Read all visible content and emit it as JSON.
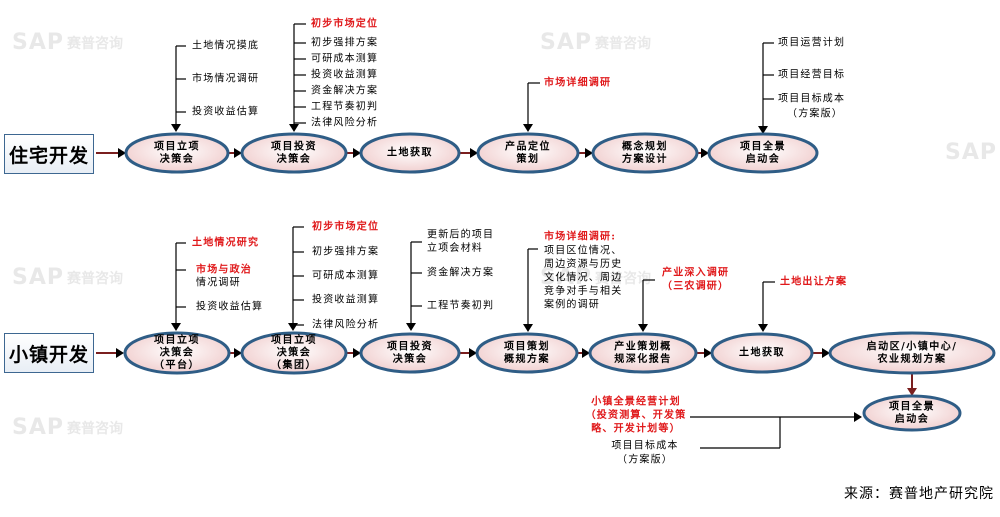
{
  "watermark": {
    "logo": "SAP",
    "name": "赛普咨询"
  },
  "source": "来源：赛普地产研究院",
  "colors": {
    "node_fill": "#f3d7d7",
    "node_border": "#2f5d86",
    "arrow": "#7a1f1f",
    "red": "#e0191b",
    "black": "#000000"
  },
  "rows": [
    {
      "label": "住宅开发",
      "nodes": [
        {
          "lines": [
            "项目立项",
            "决策会"
          ]
        },
        {
          "lines": [
            "项目投资",
            "决策会"
          ]
        },
        {
          "lines": [
            "土地获取"
          ]
        },
        {
          "lines": [
            "产品定位",
            "策划"
          ]
        },
        {
          "lines": [
            "概念规划",
            "方案设计"
          ]
        },
        {
          "lines": [
            "项目全景",
            "启动会"
          ]
        }
      ],
      "notes": [
        {
          "lines": [
            "土地情况摸底"
          ]
        },
        {
          "lines": [
            "市场情况调研"
          ]
        },
        {
          "lines": [
            "投资收益估算"
          ]
        },
        {
          "lines": [
            "初步市场定位"
          ]
        },
        {
          "lines": [
            "初步强排方案"
          ]
        },
        {
          "lines": [
            "可研成本测算"
          ]
        },
        {
          "lines": [
            "投资收益测算"
          ]
        },
        {
          "lines": [
            "资金解决方案"
          ]
        },
        {
          "lines": [
            "工程节奏初判"
          ]
        },
        {
          "lines": [
            "法律风险分析"
          ]
        },
        {
          "lines": [
            "市场详细调研"
          ]
        },
        {
          "lines": [
            "项目运营计划"
          ]
        },
        {
          "lines": [
            "项目经营目标"
          ]
        },
        {
          "lines": [
            "项目目标成本"
          ]
        },
        {
          "lines": [
            "（方案版）"
          ]
        }
      ]
    },
    {
      "label": "小镇开发",
      "nodes": [
        {
          "lines": [
            "项目立项",
            "决策会",
            "（平台）"
          ]
        },
        {
          "lines": [
            "项目立项",
            "决策会",
            "（集团）"
          ]
        },
        {
          "lines": [
            "项目投资",
            "决策会"
          ]
        },
        {
          "lines": [
            "项目策划",
            "概规方案"
          ]
        },
        {
          "lines": [
            "产业策划概",
            "规深化报告"
          ]
        },
        {
          "lines": [
            "土地获取"
          ]
        },
        {
          "lines": [
            "启动区/小镇中心/",
            "农业规划方案"
          ]
        },
        {
          "lines": [
            "项目全景",
            "启动会"
          ]
        }
      ],
      "notes": [
        {
          "lines": [
            "土地情况研究"
          ]
        },
        {
          "lines": [
            "市场与政治"
          ]
        },
        {
          "lines": [
            "情况调研"
          ]
        },
        {
          "lines": [
            "投资收益估算"
          ]
        },
        {
          "lines": [
            "初步市场定位"
          ]
        },
        {
          "lines": [
            "初步强排方案"
          ]
        },
        {
          "lines": [
            "可研成本测算"
          ]
        },
        {
          "lines": [
            "投资收益测算"
          ]
        },
        {
          "lines": [
            "法律风险分析"
          ]
        },
        {
          "lines": [
            "更新后的项目",
            "立项会材料"
          ]
        },
        {
          "lines": [
            "资金解决方案"
          ]
        },
        {
          "lines": [
            "工程节奏初判"
          ]
        },
        {
          "lines": [
            "市场详细调研:",
            "项目区位情况、",
            "周边资源与历史",
            "文化情况、周边",
            "竞争对手与相关",
            "案例的调研"
          ]
        },
        {
          "lines": [
            "产业深入调研",
            "（三农调研）"
          ]
        },
        {
          "lines": [
            "土地出让方案"
          ]
        },
        {
          "lines": [
            "小镇全景经营计划",
            "（投资测算、开发策",
            "略、开发计划等）"
          ]
        },
        {
          "lines": [
            "项目目标成本",
            "（方案版）"
          ]
        }
      ]
    }
  ]
}
